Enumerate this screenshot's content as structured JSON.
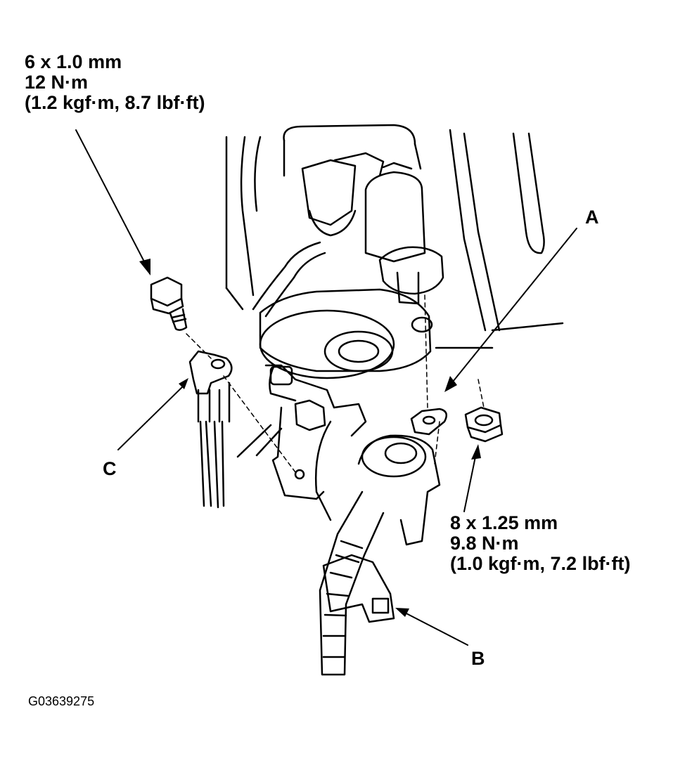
{
  "callouts": {
    "bolt": {
      "size": "6 x 1.0 mm",
      "torque": "12 N·m",
      "alt": "(1.2 kgf·m, 8.7 lbf·ft)"
    },
    "nut": {
      "size": "8 x 1.25 mm",
      "torque": "9.8 N·m",
      "alt": "(1.0 kgf·m, 7.2 lbf·ft)"
    }
  },
  "labels": {
    "a": "A",
    "b": "B",
    "c": "C"
  },
  "figure_id": "G03639275",
  "colors": {
    "ink": "#000000",
    "paper": "#ffffff"
  }
}
